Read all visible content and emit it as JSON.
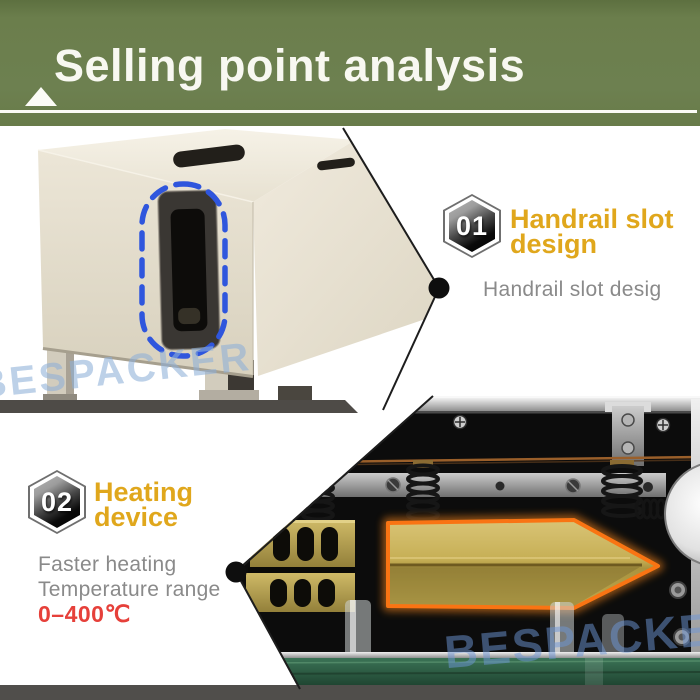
{
  "banner": {
    "title": "Selling point analysis",
    "background_color": "#6b7e4c"
  },
  "sections": [
    {
      "number": "01",
      "title": [
        "Handrail slot",
        "design"
      ],
      "description": "Handrail slot desig"
    },
    {
      "number": "02",
      "title": [
        "Heating",
        "device"
      ],
      "description": [
        "Faster heating",
        "Temperature range"
      ],
      "temperature_range": "0–400℃"
    }
  ],
  "watermark": {
    "brand": "BESPACKER"
  },
  "icons": {
    "callout_dot": "black filled circle callout marker",
    "hexagon_badge": "numbered hexagon step badge",
    "triangle_marker": "white upward triangle on banner"
  },
  "colors": {
    "banner_green": "#6b7e4c",
    "heading_gold": "#e0a71c",
    "body_gray": "#8a8a8a",
    "temperature_red": "#e6403a",
    "slot_highlight_blue": "#2f56dd",
    "heater_highlight_orange": "#f97413",
    "callout_black": "#111111"
  }
}
